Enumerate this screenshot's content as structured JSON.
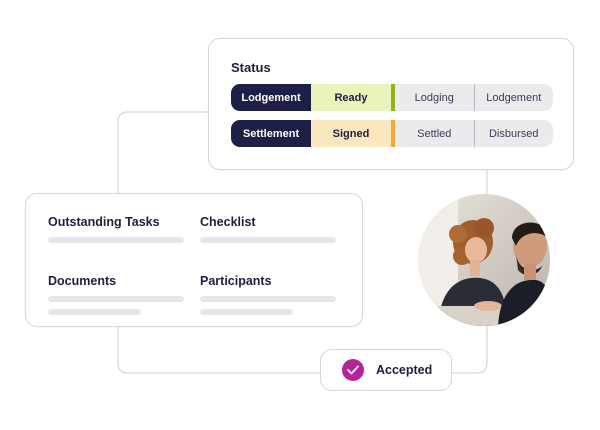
{
  "status_card": {
    "title": "Status",
    "rows": [
      {
        "label": "Lodgement",
        "stage": "Ready",
        "stage_color": "#e9f3ba",
        "accent_color": "#8fb31f",
        "steps": [
          "Lodging",
          "Lodgement"
        ]
      },
      {
        "label": "Settlement",
        "stage": "Signed",
        "stage_color": "#fbe7bd",
        "accent_color": "#f2a93b",
        "steps": [
          "Settled",
          "Disbursed"
        ]
      }
    ]
  },
  "tasks_card": {
    "sections": [
      "Outstanding Tasks",
      "Checklist",
      "Documents",
      "Participants"
    ]
  },
  "accepted_badge": {
    "label": "Accepted",
    "icon": "check-icon",
    "color": "#b5239a"
  },
  "photo": {
    "icon": "people-photo"
  },
  "colors": {
    "navy": "#1d1f47",
    "border": "#d6d6db",
    "skeleton": "#e6e6ea"
  }
}
